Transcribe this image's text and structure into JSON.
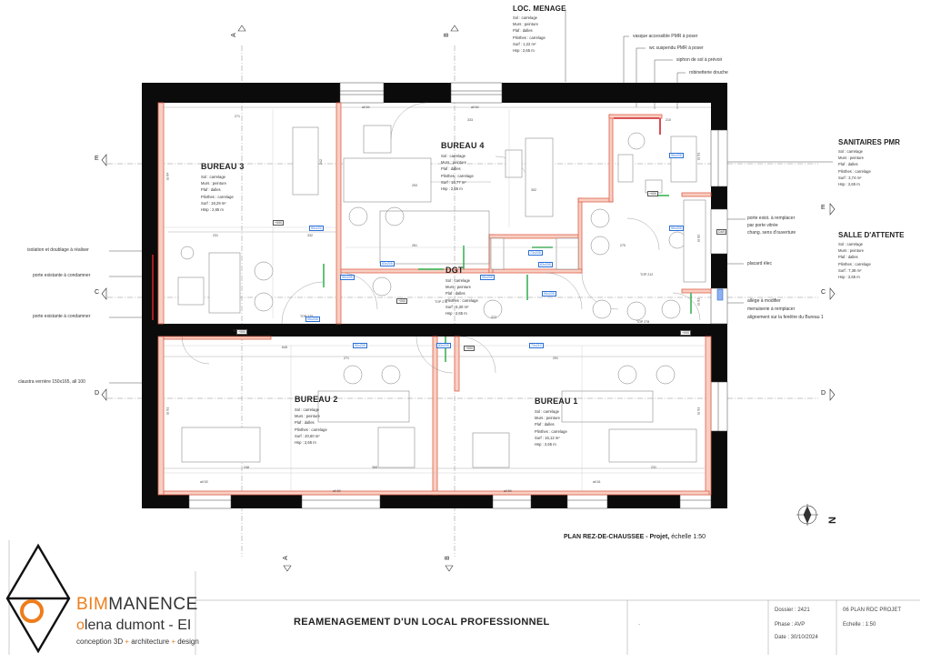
{
  "rooms": {
    "bureau3": {
      "name": "BUREAU 3",
      "lines": [
        "Sol : carrelage",
        "Murs : peinture",
        "Plaf : dalles",
        "Plinthes : carrelage",
        "Surf : 18,29 m²",
        "Htsp : 2,65 m"
      ]
    },
    "bureau4": {
      "name": "BUREAU 4",
      "lines": [
        "Sol : carrelage",
        "Murs : peinture",
        "Plaf : dalles",
        "Plinthes : carrelage",
        "Surf : 16,77 m²",
        "Hsp : 2,65 m"
      ]
    },
    "dgt": {
      "name": "DGT",
      "lines": [
        "Sol : carrelage",
        "Murs : peinture",
        "Plaf : dalles",
        "Plinthes : carrelage",
        "Surf : 6,30 m²",
        "Hsp : 2,65 m"
      ]
    },
    "bureau2": {
      "name": "BUREAU 2",
      "lines": [
        "Sol : carrelage",
        "Murs : peinture",
        "Plaf : dalles",
        "Plinthes : carrelage",
        "Surf : 20,60 m²",
        "Hsp : 2,65 m"
      ]
    },
    "bureau1": {
      "name": "BUREAU 1",
      "lines": [
        "Sol : carrelage",
        "Murs : peinture",
        "Plaf : dalles",
        "Plinthes : carrelage",
        "Surf : 16,12 m²",
        "Hsp : 2,65 m"
      ]
    },
    "loc_menage": {
      "name": "LOC. MENAGE",
      "lines": [
        "Sol : carrelage",
        "Murs : peinture",
        "Plaf : dalles",
        "Plinthes : carrelage",
        "Surf : 1,22 m²",
        "Hsp : 2,65 m"
      ]
    },
    "sanitaires": {
      "name": "SANITAIRES PMR",
      "lines": [
        "Sol : carrelage",
        "Murs : peinture",
        "Plaf : dalles",
        "Plinthes : carrelage",
        "Surf : 3,74 m²",
        "Hsp : 2,65 m"
      ]
    },
    "attente": {
      "name": "SALLE D'ATTENTE",
      "lines": [
        "Sol : carrelage",
        "Murs : peinture",
        "Plaf : dalles",
        "Plinthes : carrelage",
        "Surf : 7,38 m²",
        "Hsp : 2,65 m"
      ]
    }
  },
  "annotations": {
    "left_isolation": "isolation et doublage à réaliser",
    "left_porte1": "porte existante à condamner",
    "left_porte2": "porte existante à condamner",
    "left_claustra": "claustra verrière 150x165, all 100",
    "top_lavabo": "vasque accessible PMR à poser",
    "top_wc": "wc suspendu PMR à poser",
    "top_siphon": "siphon de sol à prévoir",
    "top_robinet": "robinetterie douche",
    "right_porte1": "porte exist. à remplacer",
    "right_porte2": "par porte vitrée",
    "right_porte3": "chang. sens d'ouverture",
    "right_placard": "placard élec",
    "right_allege1": "allège à modifier",
    "right_allege2": "menuiserie à remplacer",
    "right_allege3": "alignement sur la fenêtre du Bureau 1"
  },
  "sections": {
    "a_top": "A",
    "b_top": "B",
    "a_bottom": "A",
    "b_bottom": "B",
    "e_left": "E",
    "e_right": "E",
    "c_left": "C",
    "c_right": "C",
    "d_left": "D",
    "d_right": "D"
  },
  "dims": {
    "d1": "271",
    "d2": "242",
    "d3": "231",
    "d4": "332",
    "d5": "253",
    "d6": "333",
    "d7": "261",
    "d8": "302",
    "d9": "210",
    "d10": "645",
    "d11": "271",
    "d12": "291",
    "d13": "248",
    "d14": "368",
    "d15": "231",
    "d16": "270",
    "d17": "372",
    "d18": "all 64",
    "d19": "all 64",
    "d20": "all 53",
    "d21": "all 59",
    "d22": "all 61",
    "d23": "all 59",
    "d24": "ss 64",
    "d25": "ss 91",
    "d26": "ss 91",
    "d27": "ss 91",
    "d28": "ss 82",
    "d29": "ss 61",
    "d30": "TOP 275",
    "d31": "TOP 275",
    "d32": "TOP 276",
    "d33": "TOP 212",
    "d34": "TOP 278"
  },
  "blue_tags": {
    "b1": "90x220",
    "b2": "83x205",
    "b3": "90x205",
    "b4": "90x205",
    "b5": "90x205",
    "b6": "73x205",
    "b7": "90x205",
    "b8": "73x210",
    "b9": "83x205",
    "b10": "90x205",
    "b11": "90x205",
    "b12": "90x205",
    "b13": "83x205"
  },
  "small_tags": {
    "s1": "+000",
    "s2": "+000",
    "s3": "+000",
    "s4": "+000",
    "s5": "+000",
    "s6": "+000",
    "s7": "DAS"
  },
  "plan_caption": {
    "bold": "PLAN REZ-DE-CHAUSSEE - Projet,",
    "rest": " échelle 1:50"
  },
  "north_label": "N",
  "titleblock": {
    "brand_bim": "BIM",
    "brand_rest": "MANENCE",
    "author_o": "o",
    "author_rest": "lena dumont - EI",
    "tagline_1": "conception 3D",
    "tagline_2": "architecture",
    "tagline_3": "design",
    "tagline_sep": "+",
    "project": "REAMENAGEMENT D'UN LOCAL PROFESSIONNEL",
    "dot": ".",
    "dossier": "Dossier : 2421",
    "phase": "Phase : AVP",
    "date": "Date : 30/10/2024",
    "sheet": "06 PLAN RDC PROJET",
    "echelle": "Echelle : 1:50"
  },
  "colors": {
    "wall": "#0b0b0b",
    "new_wall": "#e0604a",
    "new_wall_fill": "#f7cfc2",
    "green": "#2fae4a",
    "blue": "#2a6fd6",
    "brand_orange": "#ee7d1b"
  }
}
